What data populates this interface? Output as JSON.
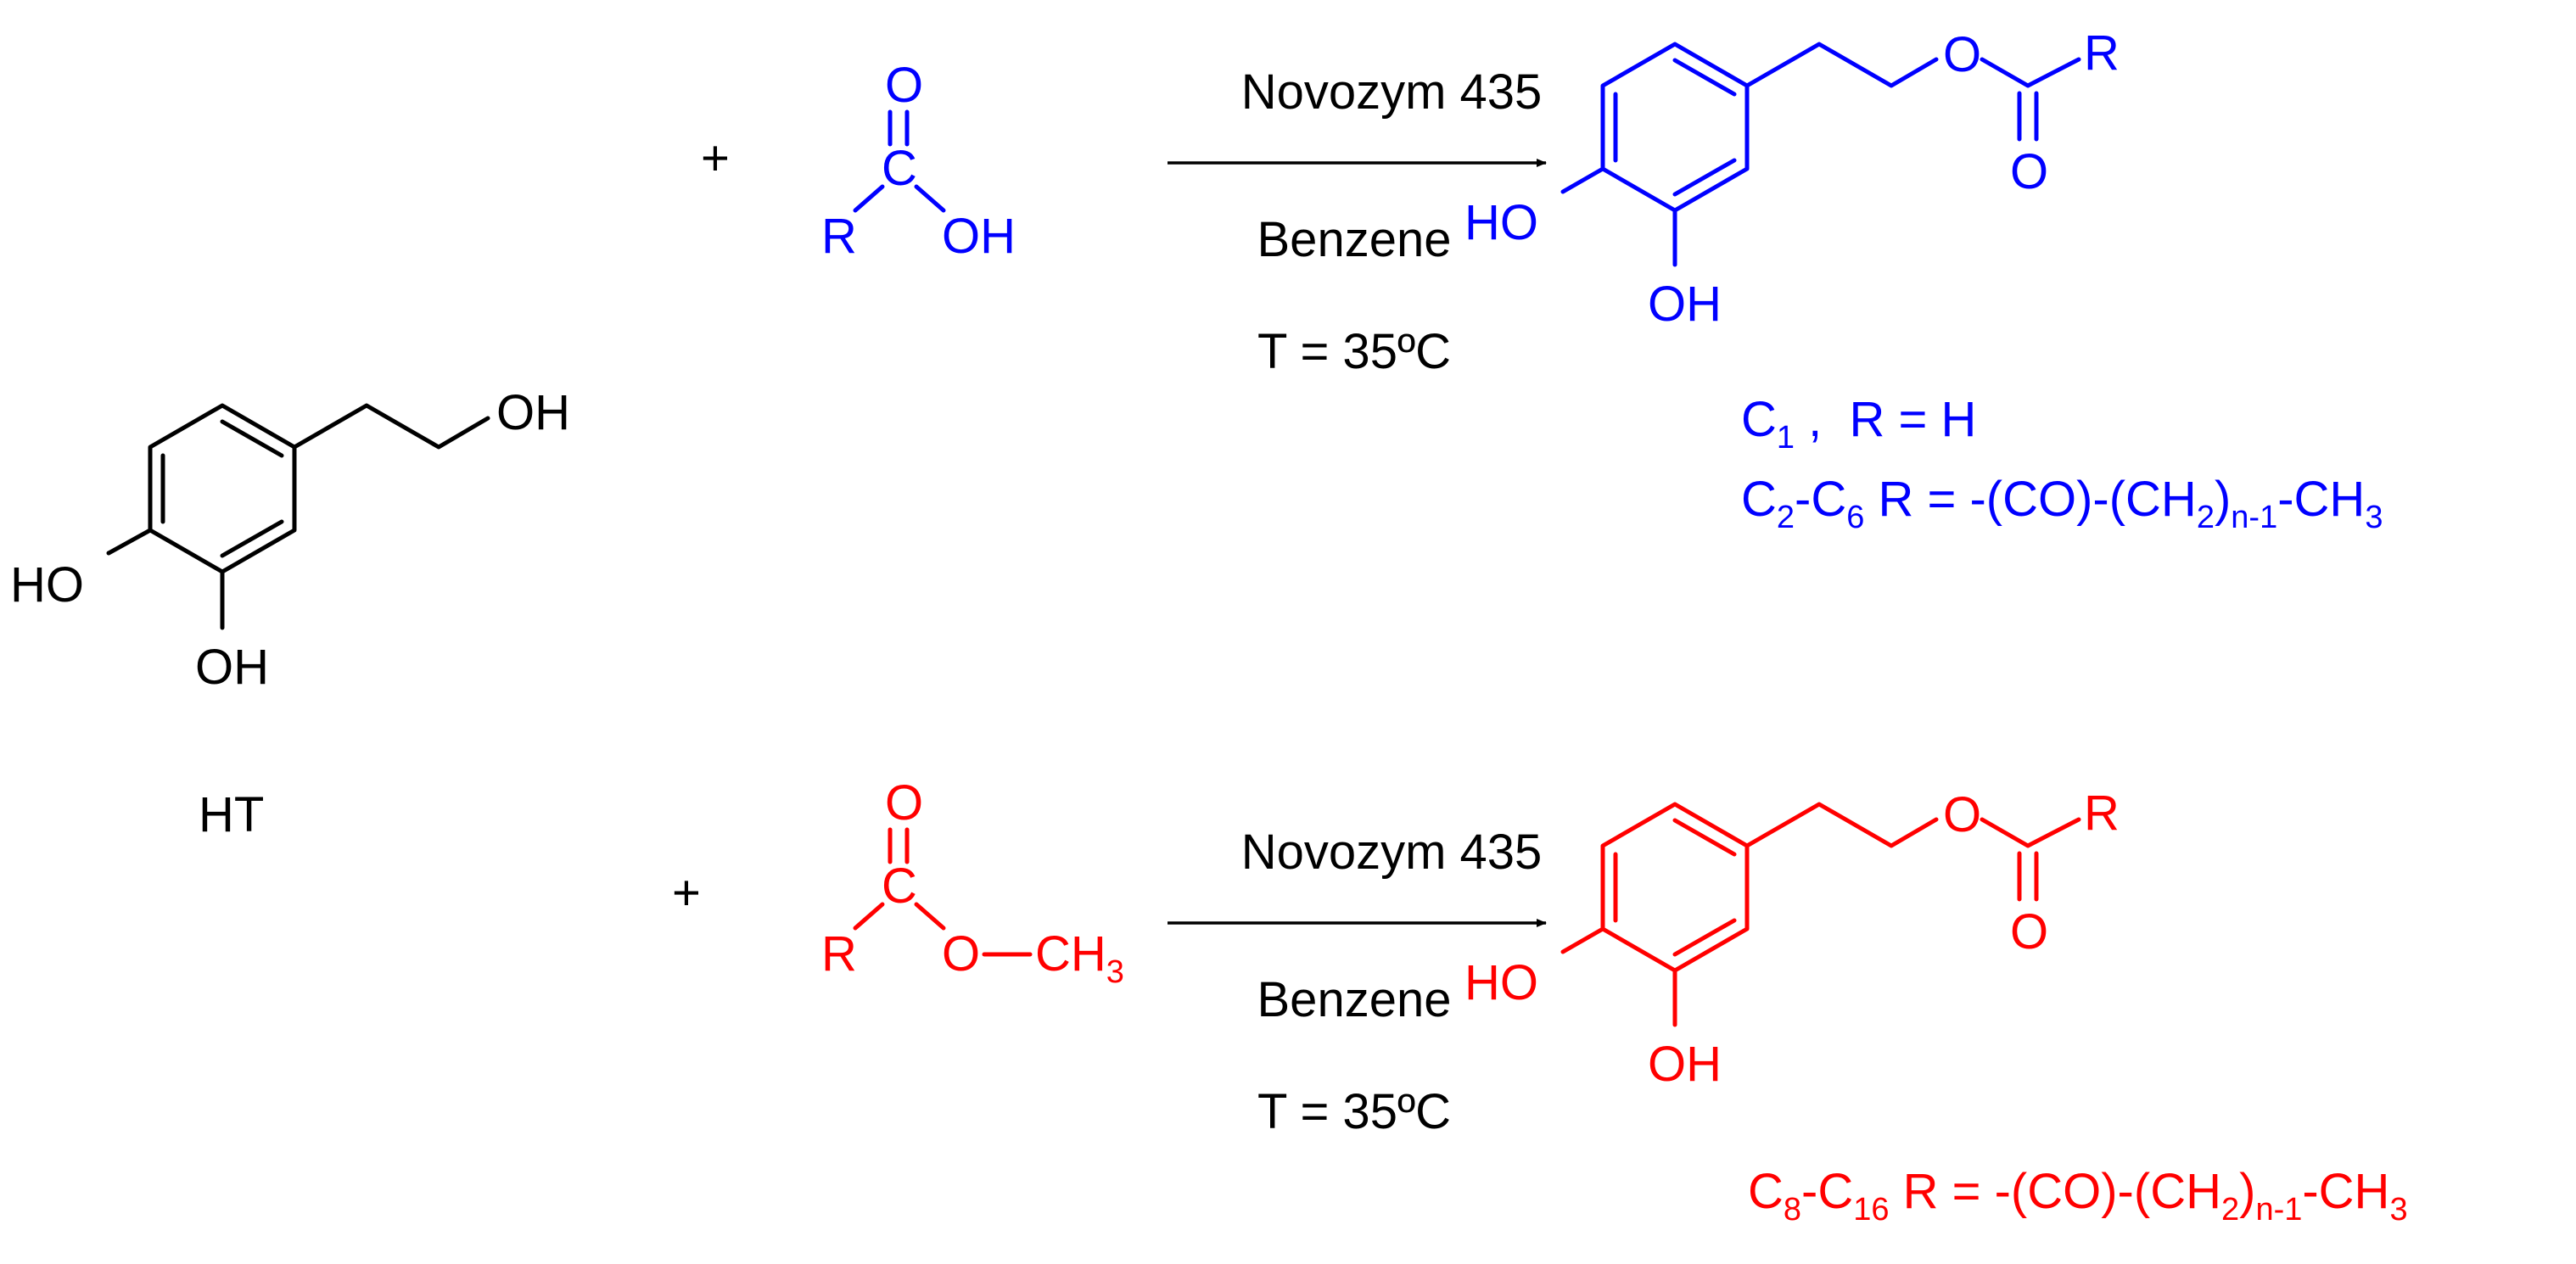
{
  "colors": {
    "black": "#000000",
    "blue": "#0000ff",
    "red": "#ff0000"
  },
  "reactant": {
    "oh_label": "OH",
    "ho_label": "HO",
    "oh2_label": "OH",
    "name": "HT"
  },
  "reaction1": {
    "plus": "+",
    "acid": {
      "o_label": "O",
      "c_label": "C",
      "r_label": "R",
      "oh_label": "OH"
    },
    "conditions": {
      "catalyst": "Novozym 435",
      "solvent": "Benzene",
      "temperature": "T = 35ºC"
    },
    "product": {
      "ho_label": "HO",
      "oh_label": "OH",
      "o_label": "O",
      "r_label": "R",
      "carbonyl_o_label": "O",
      "legend1": {
        "c": "C",
        "sub": "1",
        "rest": " ,  R = H"
      },
      "legend2": {
        "c1": "C",
        "sub1": "2",
        "dash": "-C",
        "sub2": "6",
        "mid": " R = -(CO)-(CH",
        "sub3": "2",
        "close": ")",
        "sub4": "n-1",
        "tail": "-CH",
        "sub5": "3"
      }
    }
  },
  "reaction2": {
    "plus": "+",
    "ester": {
      "o_label": "O",
      "c_label": "C",
      "r_label": "R",
      "och3_label": "O",
      "ch3_label": "CH",
      "ch3_sub": "3"
    },
    "conditions": {
      "catalyst": "Novozym 435",
      "solvent": "Benzene",
      "temperature": "T = 35ºC"
    },
    "product": {
      "ho_label": "HO",
      "oh_label": "OH",
      "o_label": "O",
      "r_label": "R",
      "carbonyl_o_label": "O",
      "legend": {
        "c1": "C",
        "sub1": "8",
        "dash": "-C",
        "sub2": "16",
        "mid": " R = -(CO)-(CH",
        "sub3": "2",
        "close": ")",
        "sub4": "n-1",
        "tail": "-CH",
        "sub5": "3"
      }
    }
  }
}
